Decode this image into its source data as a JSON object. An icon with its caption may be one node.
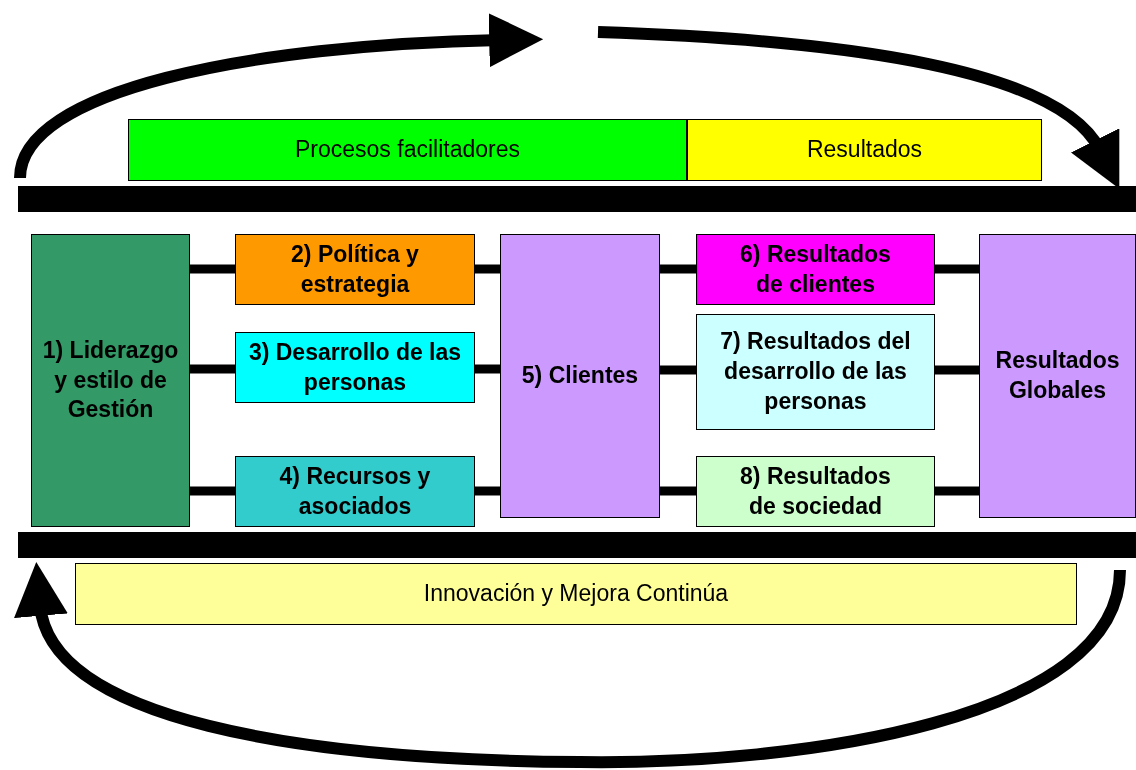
{
  "diagram": {
    "nodes": [
      {
        "text": [
          "Procesos facilitadores"
        ]
      },
      {
        "text": [
          "Resultados"
        ]
      },
      {
        "text": [],
        "shape": "bar"
      },
      {
        "text": [
          "1) Liderazgo y estilo de Gestión"
        ]
      },
      {
        "text": [
          "2) Política y estrategia"
        ]
      },
      {
        "text": [
          "3) Desarrollo de las personas"
        ]
      },
      {
        "text": [
          "4) Recursos y asociados"
        ]
      },
      {
        "text": [
          "5) Clientes"
        ]
      },
      {
        "text": [
          "6) Resultados de clientes"
        ]
      },
      {
        "text": [
          "7) Resultados del desarrollo de las personas"
        ]
      },
      {
        "text": [
          "8) Resultados de sociedad"
        ]
      },
      {
        "text": [
          "Resultados Globales"
        ]
      },
      {
        "text": [],
        "shape": "bar"
      },
      {
        "text": [
          "Innovación y Mejora Continúa"
        ]
      }
    ],
    "edges": [
      {
        "from": 3,
        "to": 4,
        "arrow": "none"
      },
      {
        "from": 3,
        "to": 5,
        "arrow": "none"
      },
      {
        "from": 3,
        "to": 6,
        "arrow": "none"
      },
      {
        "from": 4,
        "to": 7,
        "arrow": "none"
      },
      {
        "from": 5,
        "to": 7,
        "arrow": "none"
      },
      {
        "from": 6,
        "to": 7,
        "arrow": "none"
      },
      {
        "from": 7,
        "to": 8,
        "arrow": "none"
      },
      {
        "from": 7,
        "to": 9,
        "arrow": "none"
      },
      {
        "from": 7,
        "to": 10,
        "arrow": "none"
      },
      {
        "from": 8,
        "to": 11,
        "arrow": "none"
      },
      {
        "from": 9,
        "to": 11,
        "arrow": "none"
      },
      {
        "from": 10,
        "to": 11,
        "arrow": "none"
      }
    ]
  }
}
